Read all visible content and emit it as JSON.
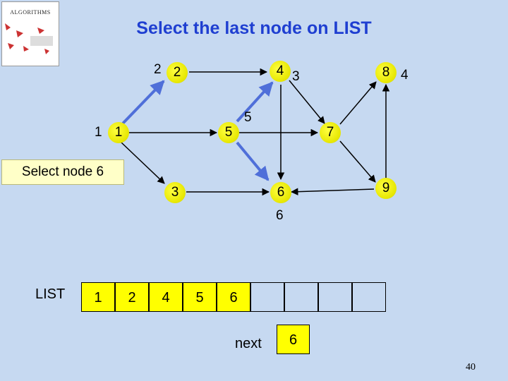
{
  "title": "Select the last node on LIST",
  "thumbnail_text": "ALGORITHMS",
  "status": "Select node 6",
  "graph": {
    "nodes": [
      {
        "id": "1",
        "outside": "1"
      },
      {
        "id": "2",
        "outside": "2"
      },
      {
        "id": "4",
        "outside": "3"
      },
      {
        "id": "8",
        "outside": "4"
      },
      {
        "id": "5",
        "outside": "5"
      },
      {
        "id": "7",
        "outside": ""
      },
      {
        "id": "3",
        "outside": ""
      },
      {
        "id": "6",
        "outside": "6"
      },
      {
        "id": "9",
        "outside": ""
      }
    ]
  },
  "list": {
    "label": "LIST",
    "cells": [
      "1",
      "2",
      "4",
      "5",
      "6",
      "",
      "",
      "",
      ""
    ]
  },
  "next": {
    "label": "next",
    "value": "6"
  },
  "page_number": "40",
  "colors": {
    "title": "#1f3fd1",
    "node": "#ffff00",
    "edge": "#000000",
    "highlight_edge": "#4f6fd9",
    "background": "#c6d9f1"
  }
}
